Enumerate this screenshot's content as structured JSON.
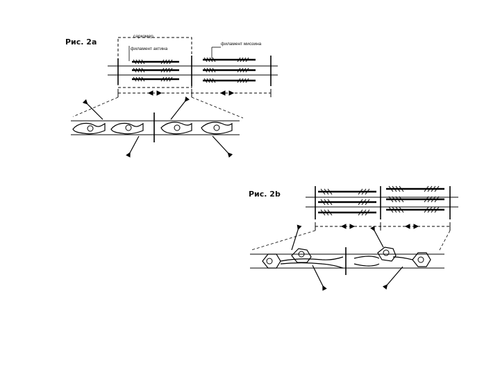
{
  "figures": {
    "fig_2a": {
      "title": "Рис. 2а",
      "labels": {
        "sarcomere": "саркомер",
        "actin": "филамент актина",
        "myosin": "филамент миозина"
      }
    },
    "fig_2b": {
      "title": "Рис. 2b"
    }
  }
}
